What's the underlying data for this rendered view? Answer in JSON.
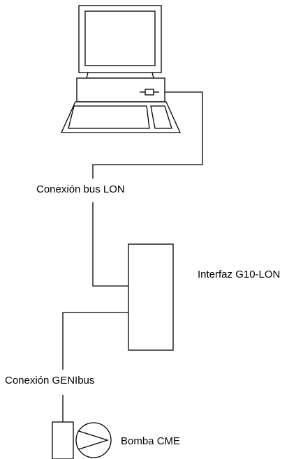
{
  "labels": {
    "lon_bus": "Conexión bus LON",
    "interface": "Interfaz G10-LON",
    "genibus": "Conexión GENIbus",
    "pump": "Bomba CME"
  },
  "icons": [
    "computer-icon",
    "pump-icon"
  ],
  "colors": {
    "line": "#000000",
    "background": "#ffffff"
  }
}
